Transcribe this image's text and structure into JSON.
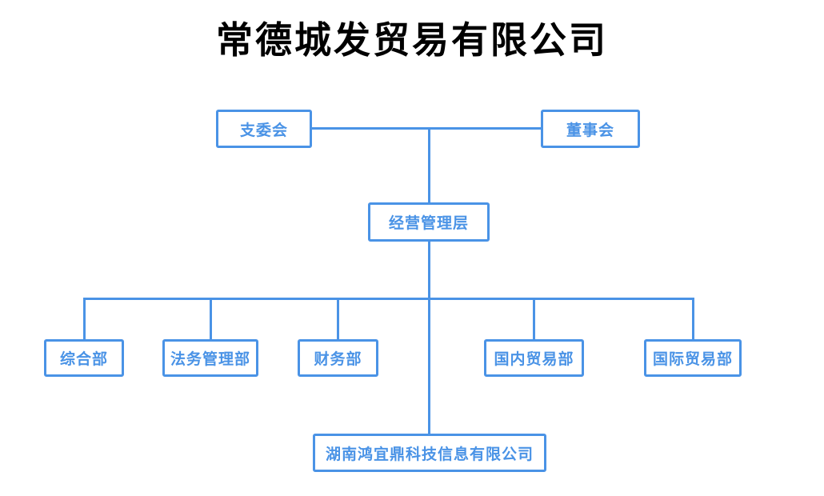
{
  "title": "常德城发贸易有限公司",
  "colors": {
    "accent": "#4a93e6",
    "title": "#000000",
    "background": "#ffffff"
  },
  "nodes": {
    "party_committee": {
      "label": "支委会",
      "level": 1
    },
    "board": {
      "label": "董事会",
      "level": 1
    },
    "management": {
      "label": "经营管理层",
      "level": 2
    },
    "general_dept": {
      "label": "综合部",
      "level": 3
    },
    "legal_dept": {
      "label": "法务管理部",
      "level": 3
    },
    "finance_dept": {
      "label": "财务部",
      "level": 3
    },
    "domestic_trade_dept": {
      "label": "国内贸易部",
      "level": 3
    },
    "international_trade_dept": {
      "label": "国际贸易部",
      "level": 3
    },
    "subsidiary": {
      "label": "湖南鸿宜鼎科技信息有限公司",
      "level": 4
    }
  },
  "edges": [
    {
      "from": "支委会",
      "to": "经营管理层"
    },
    {
      "from": "董事会",
      "to": "经营管理层"
    },
    {
      "from": "经营管理层",
      "to": "综合部"
    },
    {
      "from": "经营管理层",
      "to": "法务管理部"
    },
    {
      "from": "经营管理层",
      "to": "财务部"
    },
    {
      "from": "经营管理层",
      "to": "国内贸易部"
    },
    {
      "from": "经营管理层",
      "to": "国际贸易部"
    },
    {
      "from": "经营管理层",
      "to": "湖南鸿宜鼎科技信息有限公司"
    }
  ]
}
